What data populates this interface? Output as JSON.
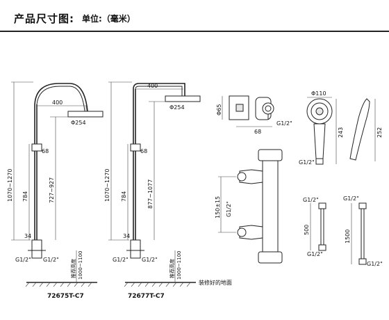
{
  "header": {
    "title": "产品尺寸图:",
    "unit": "单位:（毫米）"
  },
  "dimensions": {
    "arm_length": "400",
    "head_diameter": "Φ254",
    "tube_height_range": "1070~1270",
    "body_height": "784",
    "inner_height_a": "727~927",
    "inner_height_b": "877~1077",
    "offset": "68",
    "pipe_gap": "34",
    "pipe_inlet": "G1/2\"",
    "install_height": "1000~1100",
    "install_height_note": "推荐高度",
    "holder_diameter": "Φ65",
    "holder_depth": "68",
    "hand_head_diameter": "Φ110",
    "hand_length": "243",
    "hand_side_length": "252",
    "centre_spacing": "150±15",
    "hose_a": "500",
    "hose_b": "1500"
  },
  "floor_label": "装修好的地面",
  "models": {
    "left": "72675T-C7",
    "right": "72677T-C7"
  }
}
